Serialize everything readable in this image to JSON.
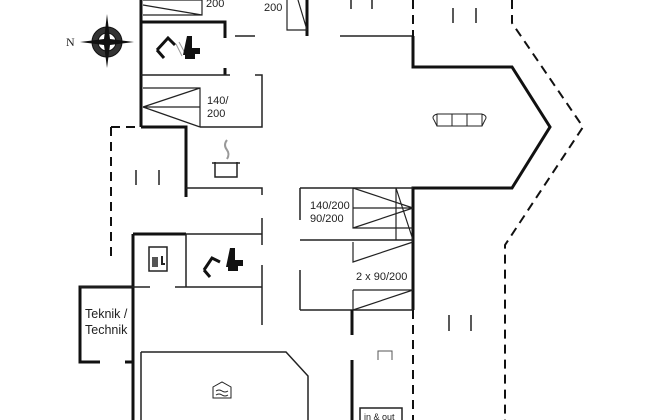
{
  "compass": {
    "north_label": "N"
  },
  "rooms": {
    "top_bed_left_size": "200",
    "top_bed_right_size": "200",
    "bedroom_1_size_line1": "140/",
    "bedroom_1_size_line2": "200",
    "bedroom_2_size_line1": "140/200",
    "bedroom_2_size_line2": "90/200",
    "bedroom_3_size": "2 x 90/200",
    "technical_room_line1": "Teknik /",
    "technical_room_line2": "Technik",
    "bottom_box_label": "in & out"
  },
  "icons": [
    "compass-rose",
    "shower",
    "toilet",
    "cooking-pot",
    "sofa",
    "sauna",
    "pool"
  ]
}
